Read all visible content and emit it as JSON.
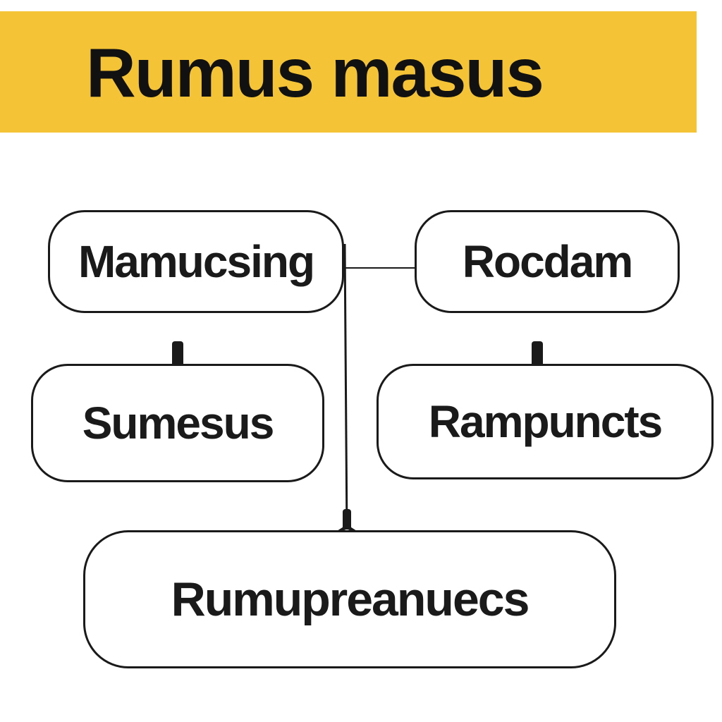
{
  "diagram": {
    "title": "Rumus masus",
    "colors": {
      "banner": "#f5c436",
      "stroke": "#1a1a1a",
      "text": "#111111"
    },
    "nodes": [
      {
        "id": "node-1",
        "label": "Mamucsing"
      },
      {
        "id": "node-2",
        "label": "Rocdam"
      },
      {
        "id": "node-3",
        "label": "Sumesus"
      },
      {
        "id": "node-4",
        "label": "Rampuncts"
      },
      {
        "id": "node-5",
        "label": "Rumupreanuecs"
      }
    ],
    "edges": [
      {
        "from": "node-1",
        "to": "node-2"
      },
      {
        "from": "node-1",
        "to": "node-3"
      },
      {
        "from": "node-2",
        "to": "node-4"
      },
      {
        "from": "node-1",
        "to": "node-5"
      }
    ]
  }
}
